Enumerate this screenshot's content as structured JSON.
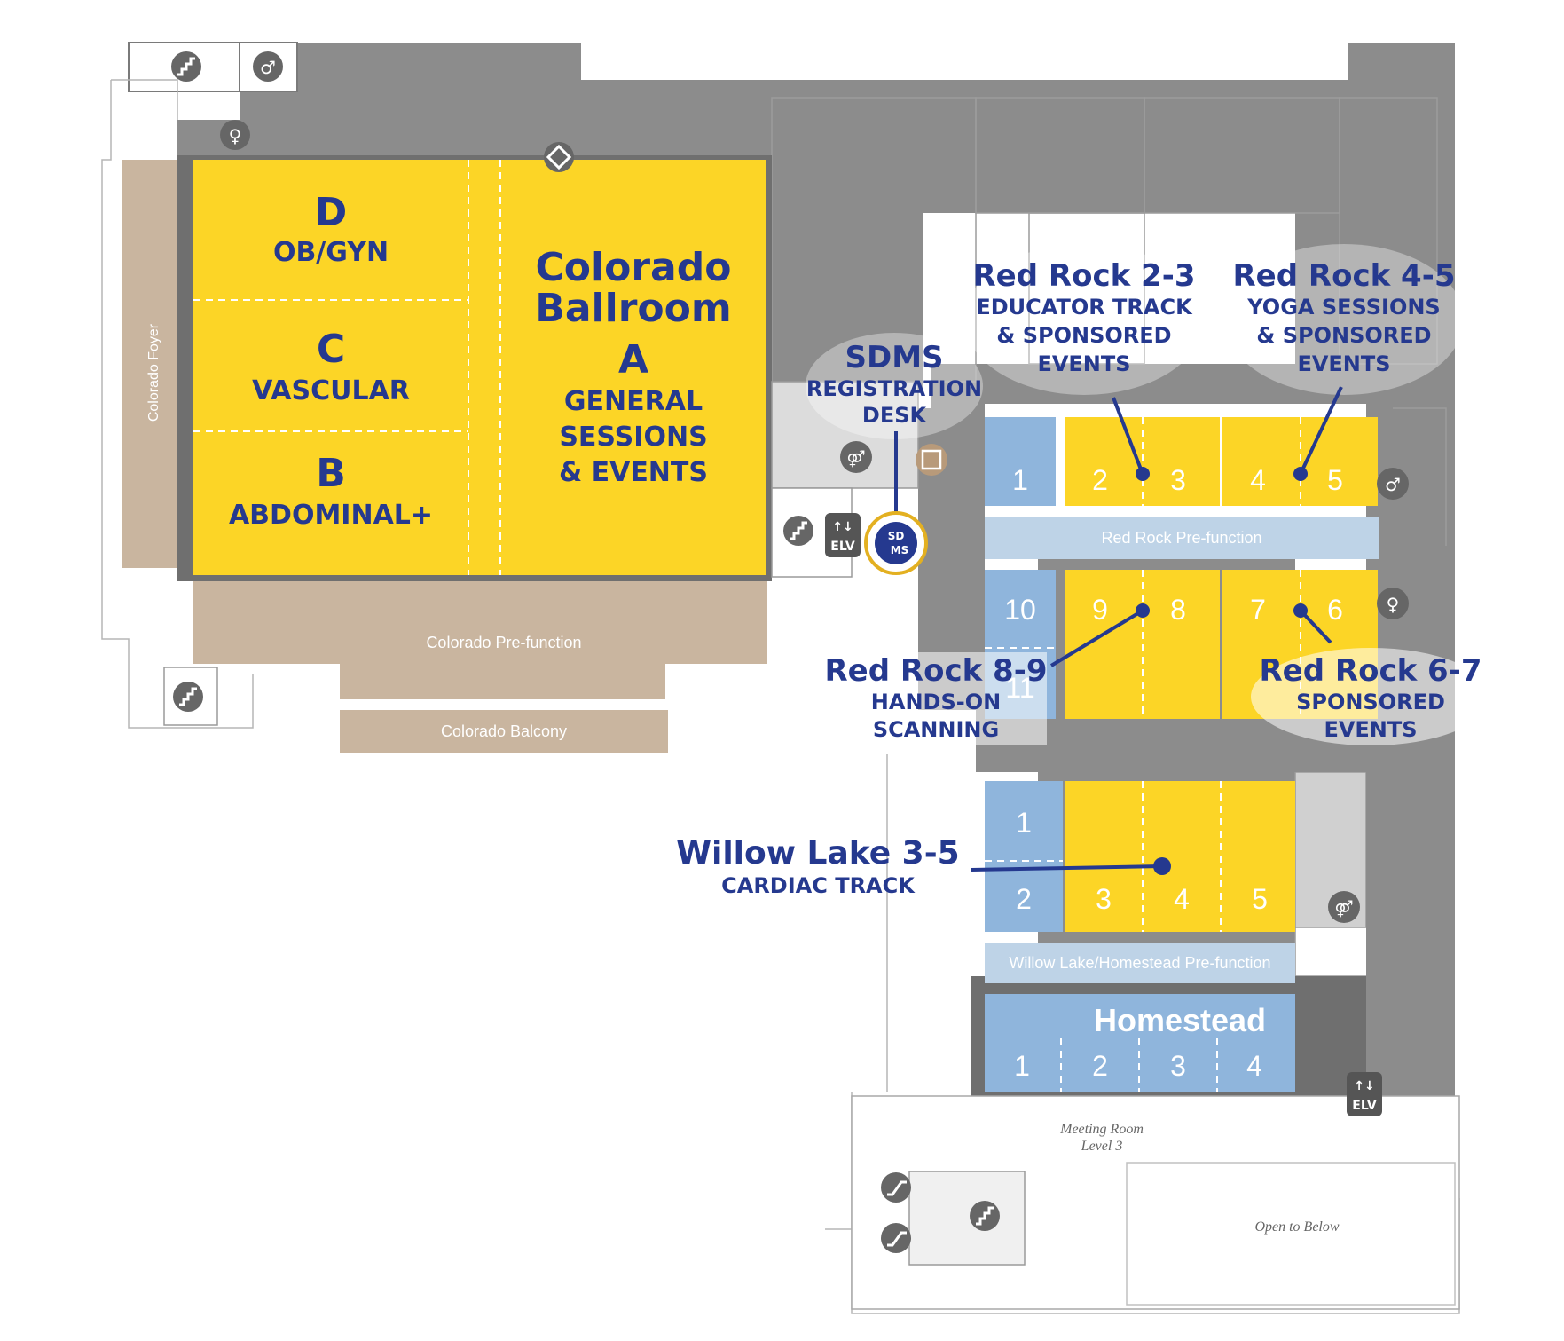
{
  "colors": {
    "yellow_room": "#fcd526",
    "blue_room": "#8fb5dc",
    "light_blue_prefunction": "#bed3e7",
    "tan_area": "#c9b59f",
    "gray_service": "#8c8c8c",
    "label_navy": "#25398f"
  },
  "colorado": {
    "ballroom_title_line1": "Colorado",
    "ballroom_title_line2": "Ballroom",
    "a_letter": "A",
    "a_line1": "GENERAL",
    "a_line2": "SESSIONS",
    "a_line3": "& EVENTS",
    "d_letter": "D",
    "d_label": "OB/GYN",
    "c_letter": "C",
    "c_label": "VASCULAR",
    "b_letter": "B",
    "b_label": "ABDOMINAL+",
    "foyer": "Colorado Foyer",
    "prefunction": "Colorado Pre-function",
    "balcony": "Colorado Balcony"
  },
  "sdms": {
    "title": "SDMS",
    "line1": "REGISTRATION",
    "line2": "DESK",
    "logo_top": "SD",
    "logo_bottom": "MS"
  },
  "red_rock": {
    "rooms_top": [
      "1",
      "2",
      "3",
      "4",
      "5"
    ],
    "rooms_bottom": [
      "10",
      "9",
      "8",
      "7",
      "6"
    ],
    "room_11": "11",
    "prefunction": "Red Rock Pre-function",
    "rr23_title": "Red Rock 2-3",
    "rr23_line1": "EDUCATOR TRACK",
    "rr23_line2": "& SPONSORED",
    "rr23_line3": "EVENTS",
    "rr45_title": "Red Rock 4-5",
    "rr45_line1": "YOGA SESSIONS",
    "rr45_line2": "& SPONSORED",
    "rr45_line3": "EVENTS",
    "rr89_title": "Red Rock 8-9",
    "rr89_line1": "HANDS-ON",
    "rr89_line2": "SCANNING",
    "rr67_title": "Red Rock 6-7",
    "rr67_line1": "SPONSORED",
    "rr67_line2": "EVENTS"
  },
  "willow_lake": {
    "rooms": [
      "1",
      "2",
      "3",
      "4",
      "5"
    ],
    "title": "Willow Lake 3-5",
    "line1": "CARDIAC TRACK",
    "prefunction": "Willow Lake/Homestead Pre-function"
  },
  "homestead": {
    "title": "Homestead",
    "rooms": [
      "1",
      "2",
      "3",
      "4"
    ]
  },
  "misc": {
    "elv": "ELV",
    "meeting_room_line1": "Meeting Room",
    "meeting_room_line2": "Level 3",
    "open_to_below": "Open to Below"
  },
  "icons": {
    "stairs": "stairs-icon",
    "restroom": "restroom-icon",
    "elevator": "elevator-icon",
    "escalator": "escalator-icon",
    "package": "package-icon",
    "wayfinding": "wayfinding-icon"
  }
}
